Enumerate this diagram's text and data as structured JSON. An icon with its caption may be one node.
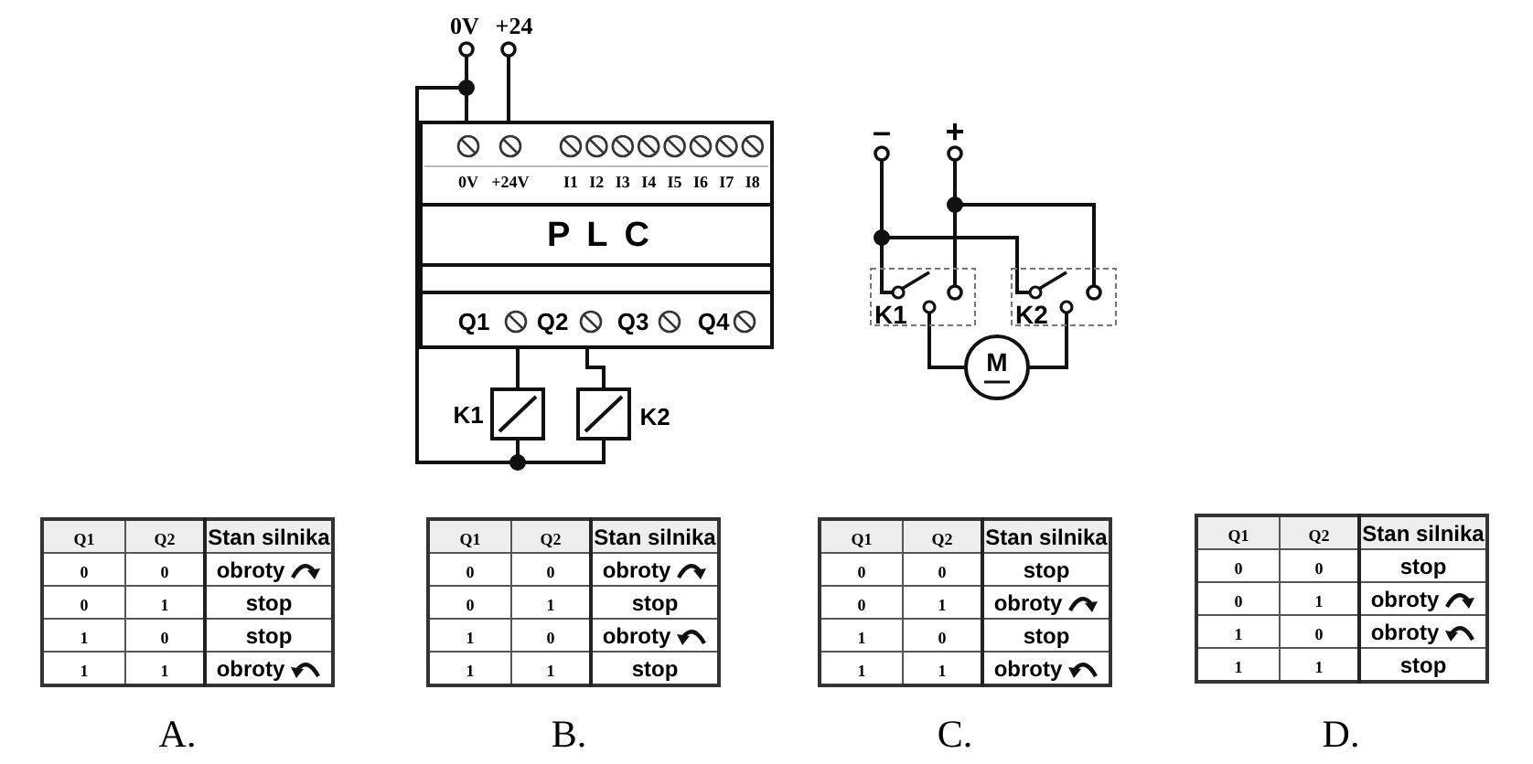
{
  "diagram": {
    "labels": [
      "0V",
      "+24",
      "0V",
      "+24V",
      "I1",
      "I2",
      "I3",
      "I4",
      "I5",
      "I6",
      "I7",
      "I8",
      "PLC",
      "Q1",
      "Q2",
      "Q3",
      "Q4",
      "K1",
      "K2",
      "–",
      "+",
      "K1",
      "K2",
      "M",
      "Q1",
      "Q2",
      "Stan silnika",
      "0",
      "0",
      "obroty",
      "0",
      "1",
      "stop",
      "1",
      "0",
      "stop",
      "1",
      "1",
      "obroty",
      "A.",
      "Q1",
      "Q2",
      "Stan silnika",
      "0",
      "0",
      "obroty",
      "0",
      "1",
      "stop",
      "1",
      "0",
      "obroty",
      "1",
      "1",
      "stop",
      "B.",
      "Q1",
      "Q2",
      "Stan silnika",
      "0",
      "0",
      "stop",
      "0",
      "1",
      "obroty",
      "1",
      "0",
      "stop",
      "1",
      "1",
      "obroty",
      "C.",
      "Q1",
      "Q2",
      "Stan silnika",
      "0",
      "0",
      "stop",
      "0",
      "1",
      "obroty",
      "1",
      "0",
      "obroty",
      "1",
      "1",
      "stop",
      "D."
    ]
  }
}
